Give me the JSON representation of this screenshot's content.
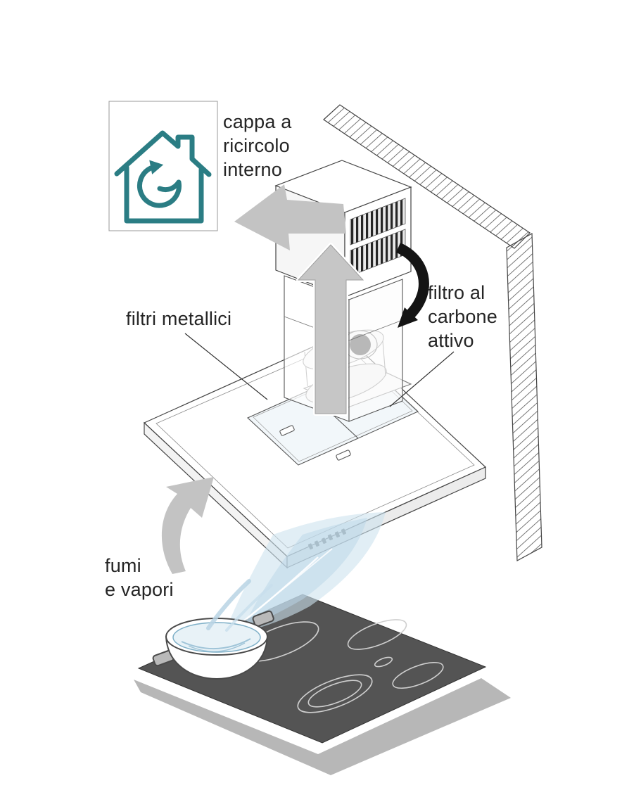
{
  "labels": {
    "recirculating_hood": "cappa a\nricircolo\ninterno",
    "metal_filters": "filtri metallici",
    "carbon_filter": "filtro al\ncarbone\nattivo",
    "fumes_vapors": "fumi\ne vapori"
  },
  "icons": {
    "house_recirculation": "house-with-recirculation-arrow-icon"
  },
  "colors": {
    "accent_teal": "#2b7d84",
    "line": "#444444",
    "arrow_gray": "#c3c3c3",
    "arrow_black": "#141414",
    "steam_blue": "#cfe3ee",
    "cooktop_gray": "#545454"
  }
}
